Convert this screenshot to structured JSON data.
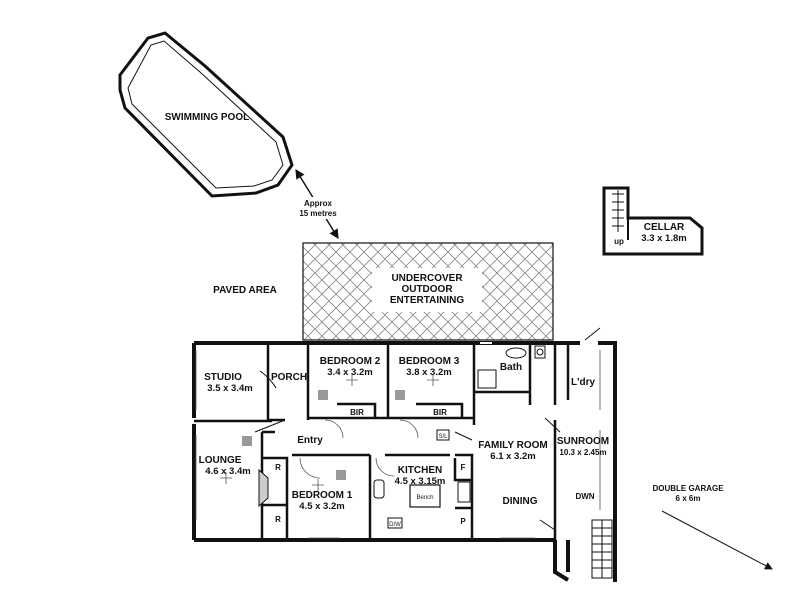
{
  "pool": {
    "label": "SWIMMING POOL"
  },
  "distance": {
    "line1": "Approx",
    "line2": "15 metres"
  },
  "cellar": {
    "label": "CELLAR",
    "dims": "3.3 x 1.8m",
    "up": "up"
  },
  "paved": {
    "label": "PAVED AREA"
  },
  "entertaining": {
    "line1": "UNDERCOVER",
    "line2": "OUTDOOR",
    "line3": "ENTERTAINING"
  },
  "rooms": {
    "studio": {
      "label": "STUDIO",
      "dims": "3.5 x 3.4m"
    },
    "porch": {
      "label": "PORCH"
    },
    "bedroom2": {
      "label": "BEDROOM 2",
      "dims": "3.4 x 3.2m"
    },
    "bedroom3": {
      "label": "BEDROOM 3",
      "dims": "3.8 x 3.2m"
    },
    "bath": {
      "label": "Bath"
    },
    "laundry": {
      "label": "L'dry"
    },
    "lounge": {
      "label": "LOUNGE",
      "dims": "4.6 x 3.4m"
    },
    "entry": {
      "label": "Entry"
    },
    "bedroom1": {
      "label": "BEDROOM 1",
      "dims": "4.5 x 3.2m"
    },
    "kitchen": {
      "label": "KITCHEN",
      "dims": "4.5 x 3.15m"
    },
    "family": {
      "label": "FAMILY ROOM",
      "dims": "6.1 x 3.2m"
    },
    "dining": {
      "label": "DINING"
    },
    "sunroom": {
      "label": "SUNROOM",
      "dims": "10.3 x 2.45m"
    },
    "garage": {
      "label": "DOUBLE GARAGE",
      "dims": "6 x 6m"
    }
  },
  "fixtures": {
    "bir": "BIR",
    "robe": "R",
    "fridge": "F",
    "pantry": "P",
    "bench": "Bench",
    "skylight": "S/L",
    "down": "DWN",
    "dishwasher": "D/W"
  }
}
